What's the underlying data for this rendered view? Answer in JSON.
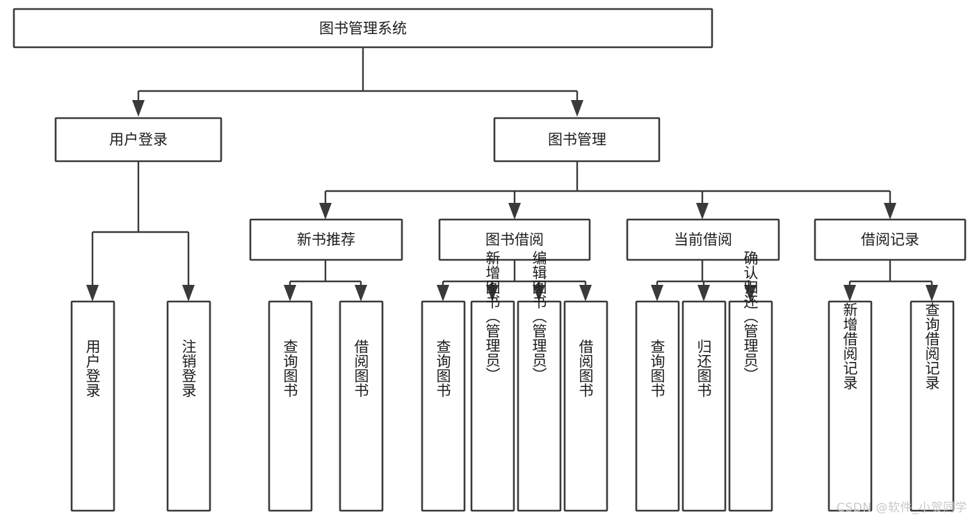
{
  "diagram": {
    "title": "图书管理系统",
    "type": "tree-hierarchy",
    "watermark": "CSDN @软件_小贺同学",
    "colors": {
      "box_fill": "#ffffff",
      "box_stroke": "#3a3a3a",
      "text": "#1c1c1c",
      "background": "#ffffff",
      "watermark": "#c9c9c9"
    },
    "levels": {
      "root": "图书管理系统",
      "level2": [
        "用户登录",
        "图书管理"
      ],
      "level3": [
        "新书推荐",
        "图书借阅",
        "当前借阅",
        "借阅记录"
      ]
    },
    "nodes": {
      "root": {
        "label": "图书管理系统"
      },
      "user_login": {
        "label": "用户登录"
      },
      "book_manage": {
        "label": "图书管理"
      },
      "new_book_rec": {
        "label": "新书推荐"
      },
      "book_borrow": {
        "label": "图书借阅"
      },
      "current_borrow": {
        "label": "当前借阅"
      },
      "borrow_record": {
        "label": "借阅记录"
      },
      "leaf_user_login": {
        "label": "用户登录"
      },
      "leaf_logout": {
        "label": "注销登录"
      },
      "leaf_query_book_1": {
        "label": "查询图书"
      },
      "leaf_borrow_book_1": {
        "label": "借阅图书"
      },
      "leaf_query_book_2": {
        "label": "查询图书"
      },
      "leaf_add_book": {
        "label": "新增图书（管理员）"
      },
      "leaf_edit_book": {
        "label": "编辑图书（管理员）"
      },
      "leaf_borrow_book_2": {
        "label": "借阅图书"
      },
      "leaf_query_book_3": {
        "label": "查询图书"
      },
      "leaf_return_book": {
        "label": "归还图书"
      },
      "leaf_confirm_return": {
        "label": "确认归还（管理员）"
      },
      "leaf_add_record": {
        "label": "新增借阅记录"
      },
      "leaf_query_record": {
        "label": "查询借阅记录"
      }
    },
    "edges": [
      {
        "from": "图书管理系统",
        "to": "用户登录"
      },
      {
        "from": "图书管理系统",
        "to": "图书管理"
      },
      {
        "from": "用户登录",
        "to": "用户登录"
      },
      {
        "from": "用户登录",
        "to": "注销登录"
      },
      {
        "from": "图书管理",
        "to": "新书推荐"
      },
      {
        "from": "图书管理",
        "to": "图书借阅"
      },
      {
        "from": "图书管理",
        "to": "当前借阅"
      },
      {
        "from": "图书管理",
        "to": "借阅记录"
      },
      {
        "from": "新书推荐",
        "to": "查询图书"
      },
      {
        "from": "新书推荐",
        "to": "借阅图书"
      },
      {
        "from": "图书借阅",
        "to": "查询图书"
      },
      {
        "from": "图书借阅",
        "to": "新增图书（管理员）"
      },
      {
        "from": "图书借阅",
        "to": "编辑图书（管理员）"
      },
      {
        "from": "图书借阅",
        "to": "借阅图书"
      },
      {
        "from": "当前借阅",
        "to": "查询图书"
      },
      {
        "from": "当前借阅",
        "to": "归还图书"
      },
      {
        "from": "当前借阅",
        "to": "确认归还（管理员）"
      },
      {
        "from": "借阅记录",
        "to": "新增借阅记录"
      },
      {
        "from": "借阅记录",
        "to": "查询借阅记录"
      }
    ]
  }
}
